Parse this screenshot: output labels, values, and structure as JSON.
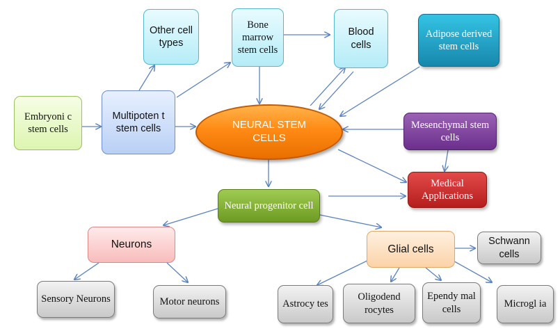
{
  "nodes": {
    "neural_stem": "NEURAL STEM CELLS",
    "embryonic": "Embryoni c stem cells",
    "multipotent": "Multipoten t stem cells",
    "other_types": "Other cell types",
    "bone_marrow": "Bone marrow stem cells",
    "blood": "Blood cells",
    "adipose": "Adipose derived stem cells",
    "mesenchymal": "Mesenchymal stem cells",
    "medical": "Medical Applications",
    "neural_progenitor": "Neural progenitor cell",
    "neurons": "Neurons",
    "glial": "Glial cells",
    "schwann": "Schwann cells",
    "sensory": "Sensory Neurons",
    "motor": "Motor neurons",
    "astrocytes": "Astrocy tes",
    "oligodendrocytes": "Oligodend rocytes",
    "ependymal": "Ependy mal cells",
    "microglia": "Microgl ia"
  },
  "colors": {
    "arrow": "#5b83c0",
    "center": "#ff8a14",
    "adipose": "#1f9cc4",
    "mesenchymal": "#7b3f9a",
    "medical": "#c62828",
    "progenitor": "#7fae33"
  }
}
